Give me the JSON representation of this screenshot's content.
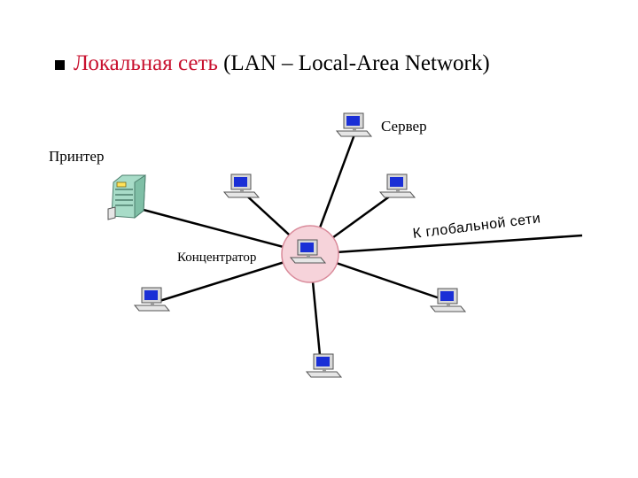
{
  "slide": {
    "title_ru": "Локальная сеть",
    "title_en": "(LAN – Local-Area Network)"
  },
  "diagram": {
    "nodes": [
      {
        "id": "server",
        "type": "computer",
        "label": "Сервер"
      },
      {
        "id": "printer",
        "type": "printer",
        "label": "Принтер"
      },
      {
        "id": "hub",
        "type": "hub-computer",
        "label": "Концентратор"
      },
      {
        "id": "pc-upper-left",
        "type": "computer"
      },
      {
        "id": "pc-upper-right",
        "type": "computer"
      },
      {
        "id": "pc-left",
        "type": "computer"
      },
      {
        "id": "pc-right",
        "type": "computer"
      },
      {
        "id": "pc-bottom",
        "type": "computer"
      }
    ],
    "edges": [
      {
        "from": "hub",
        "to": "server"
      },
      {
        "from": "hub",
        "to": "printer"
      },
      {
        "from": "hub",
        "to": "pc-upper-left"
      },
      {
        "from": "hub",
        "to": "pc-upper-right"
      },
      {
        "from": "hub",
        "to": "pc-left"
      },
      {
        "from": "hub",
        "to": "pc-right"
      },
      {
        "from": "hub",
        "to": "pc-bottom"
      },
      {
        "from": "hub",
        "to": "global-network"
      }
    ],
    "global_link_label": "К глобальной сети"
  },
  "colors": {
    "title_accent": "#c8102e",
    "hub_halo": "#f6d3da",
    "hub_halo_border": "#d98a9a",
    "screen": "#1a2fd6",
    "printer_body": "#a8dcc8"
  }
}
